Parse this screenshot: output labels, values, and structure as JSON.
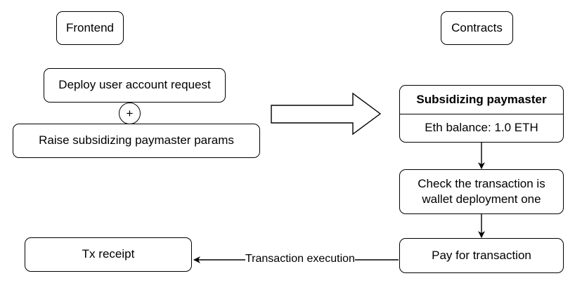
{
  "columns": {
    "frontend": "Frontend",
    "contracts": "Contracts"
  },
  "frontend": {
    "deploy_request": "Deploy user account request",
    "plus": "+",
    "paymaster_params": "Raise subsidizing paymaster params",
    "tx_receipt": "Tx receipt"
  },
  "contracts": {
    "paymaster_title": "Subsidizing paymaster",
    "eth_balance": "Eth balance: 1.0 ETH",
    "check_line1": "Check the transaction is",
    "check_line2": "wallet deployment one",
    "pay": "Pay for transaction"
  },
  "edges": {
    "execution_label": "Transaction execution"
  }
}
